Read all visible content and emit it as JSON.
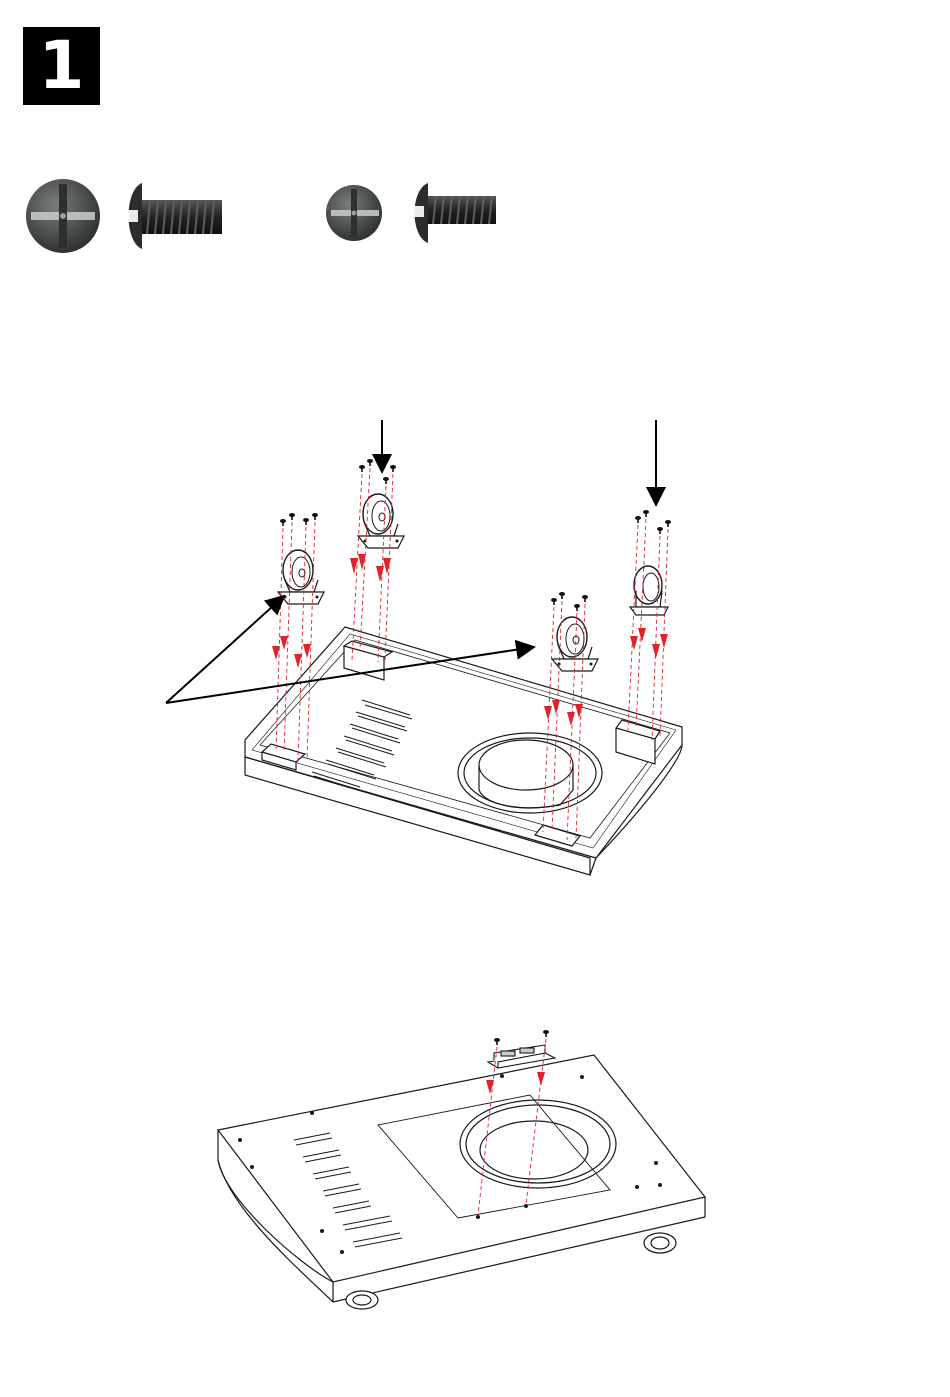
{
  "step": {
    "number": "1"
  },
  "icons": {
    "screw_large": "phillips-truss-head-screw-large",
    "screw_small": "phillips-truss-head-screw-small",
    "caster": "caster-wheel",
    "bracket": "mounting-bracket"
  },
  "colors": {
    "badge_bg": "#000000",
    "badge_text": "#ffffff",
    "guide_line": "#e0222a",
    "arrow": "#000000",
    "line_art": "#1a1a1a"
  }
}
